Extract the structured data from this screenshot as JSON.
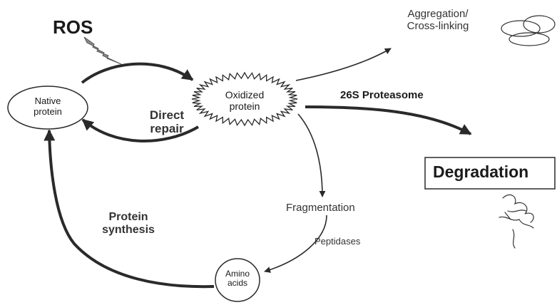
{
  "nodes": {
    "ros": "ROS",
    "native_protein": [
      "Native",
      "protein"
    ],
    "oxidized_protein": [
      "Oxidized",
      "protein"
    ],
    "aggregation": [
      "Aggregation/",
      "Cross-linking"
    ],
    "degradation": "Degradation",
    "fragmentation": "Fragmentation",
    "amino_acids": [
      "Amino",
      "acids"
    ]
  },
  "edge_labels": {
    "direct_repair": [
      "Direct",
      "repair"
    ],
    "proteasome_26s": "26S Proteasome",
    "peptidases": "Peptidases",
    "protein_synthesis": [
      "Protein",
      "synthesis"
    ]
  },
  "colors": {
    "ink": "#1a1a1a",
    "arrow": "#2a2a2a",
    "bolt": "#8a8a8a",
    "background": "#ffffff"
  }
}
